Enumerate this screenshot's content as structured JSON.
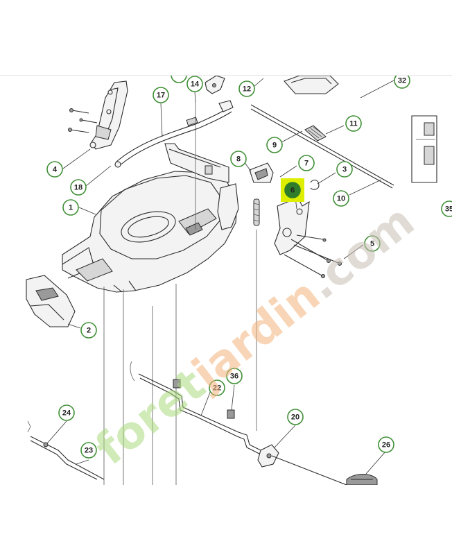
{
  "colors": {
    "callout_ring": "#3f8f35",
    "highlight": "#ddee00",
    "highlight_dot": "#2f7d2a",
    "watermark_green": "#a9d97e",
    "watermark_orange": "#f3b27a",
    "watermark_gray": "#c9bdb3"
  },
  "callouts": [
    {
      "id": "c1",
      "label": "1"
    },
    {
      "id": "c2",
      "label": "2"
    },
    {
      "id": "c3",
      "label": "3"
    },
    {
      "id": "c4",
      "label": "4"
    },
    {
      "id": "c5",
      "label": "5"
    },
    {
      "id": "c6",
      "label": "6",
      "highlighted": true
    },
    {
      "id": "c7",
      "label": "7"
    },
    {
      "id": "c8",
      "label": "8"
    },
    {
      "id": "c9",
      "label": "9"
    },
    {
      "id": "c10",
      "label": "10"
    },
    {
      "id": "c11",
      "label": "11"
    },
    {
      "id": "c12",
      "label": "12"
    },
    {
      "id": "c14",
      "label": "14"
    },
    {
      "id": "c17",
      "label": "17"
    },
    {
      "id": "c18",
      "label": "18"
    },
    {
      "id": "c20",
      "label": "20"
    },
    {
      "id": "c22",
      "label": "22"
    },
    {
      "id": "c23",
      "label": "23"
    },
    {
      "id": "c24",
      "label": "24"
    },
    {
      "id": "c26",
      "label": "26"
    },
    {
      "id": "c32",
      "label": "32"
    },
    {
      "id": "c35",
      "label": "35"
    },
    {
      "id": "c36",
      "label": "36"
    }
  ],
  "watermark": {
    "part1": "foret",
    "part2": "jardin",
    "part3": ".com"
  }
}
